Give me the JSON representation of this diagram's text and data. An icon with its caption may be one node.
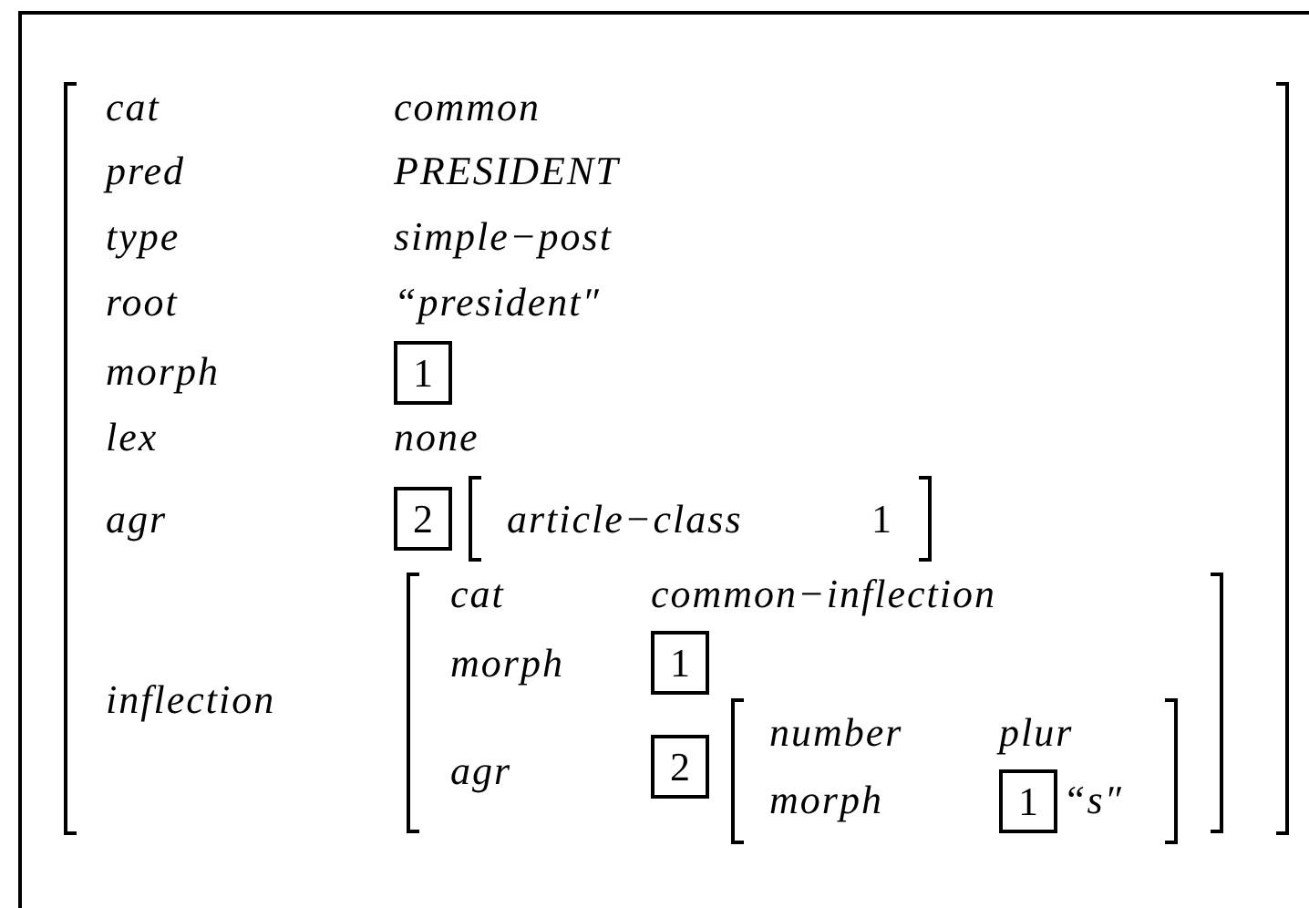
{
  "diagram": {
    "nodes": [
      {
        "text": [
          "1"
        ]
      },
      {
        "text": [
          "2"
        ]
      },
      {
        "text": [
          "1"
        ]
      },
      {
        "text": [
          "2"
        ]
      },
      {
        "text": [
          "1"
        ]
      }
    ],
    "labels": [
      "cat",
      "common",
      "pred",
      "PRESIDENT",
      "type",
      "simple−post",
      "root",
      "“president″",
      "morph",
      "lex",
      "none",
      "agr",
      "article−class",
      "1",
      "inflection",
      "cat",
      "common−inflection",
      "morph",
      "agr",
      "number",
      "plur",
      "morph",
      "“s″"
    ]
  }
}
